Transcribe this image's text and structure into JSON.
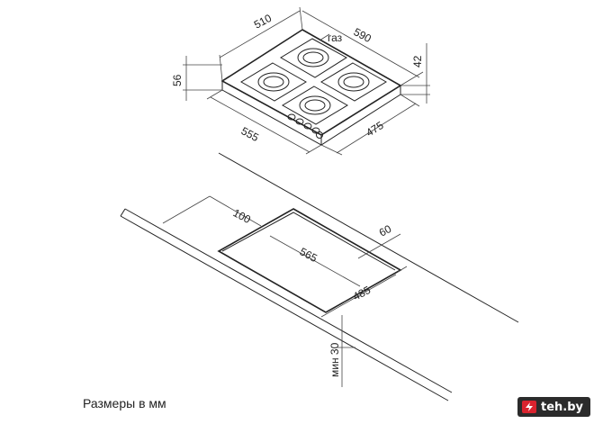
{
  "hob_dimensions": {
    "depth_510": "510",
    "width_590": "590",
    "gas_label": "газ",
    "height_42": "42",
    "height_56": "56",
    "length_555": "555",
    "length_475": "475"
  },
  "cutout_dimensions": {
    "offset_100": "100",
    "offset_60": "60",
    "cutout_565": "565",
    "cutout_485": "485",
    "min_thickness": "мин 30"
  },
  "caption": "Размеры в мм",
  "watermark": "teh.by",
  "colors": {
    "line": "#222222",
    "badge_bg": "#2b2b2b",
    "badge_accent": "#d9232e"
  }
}
